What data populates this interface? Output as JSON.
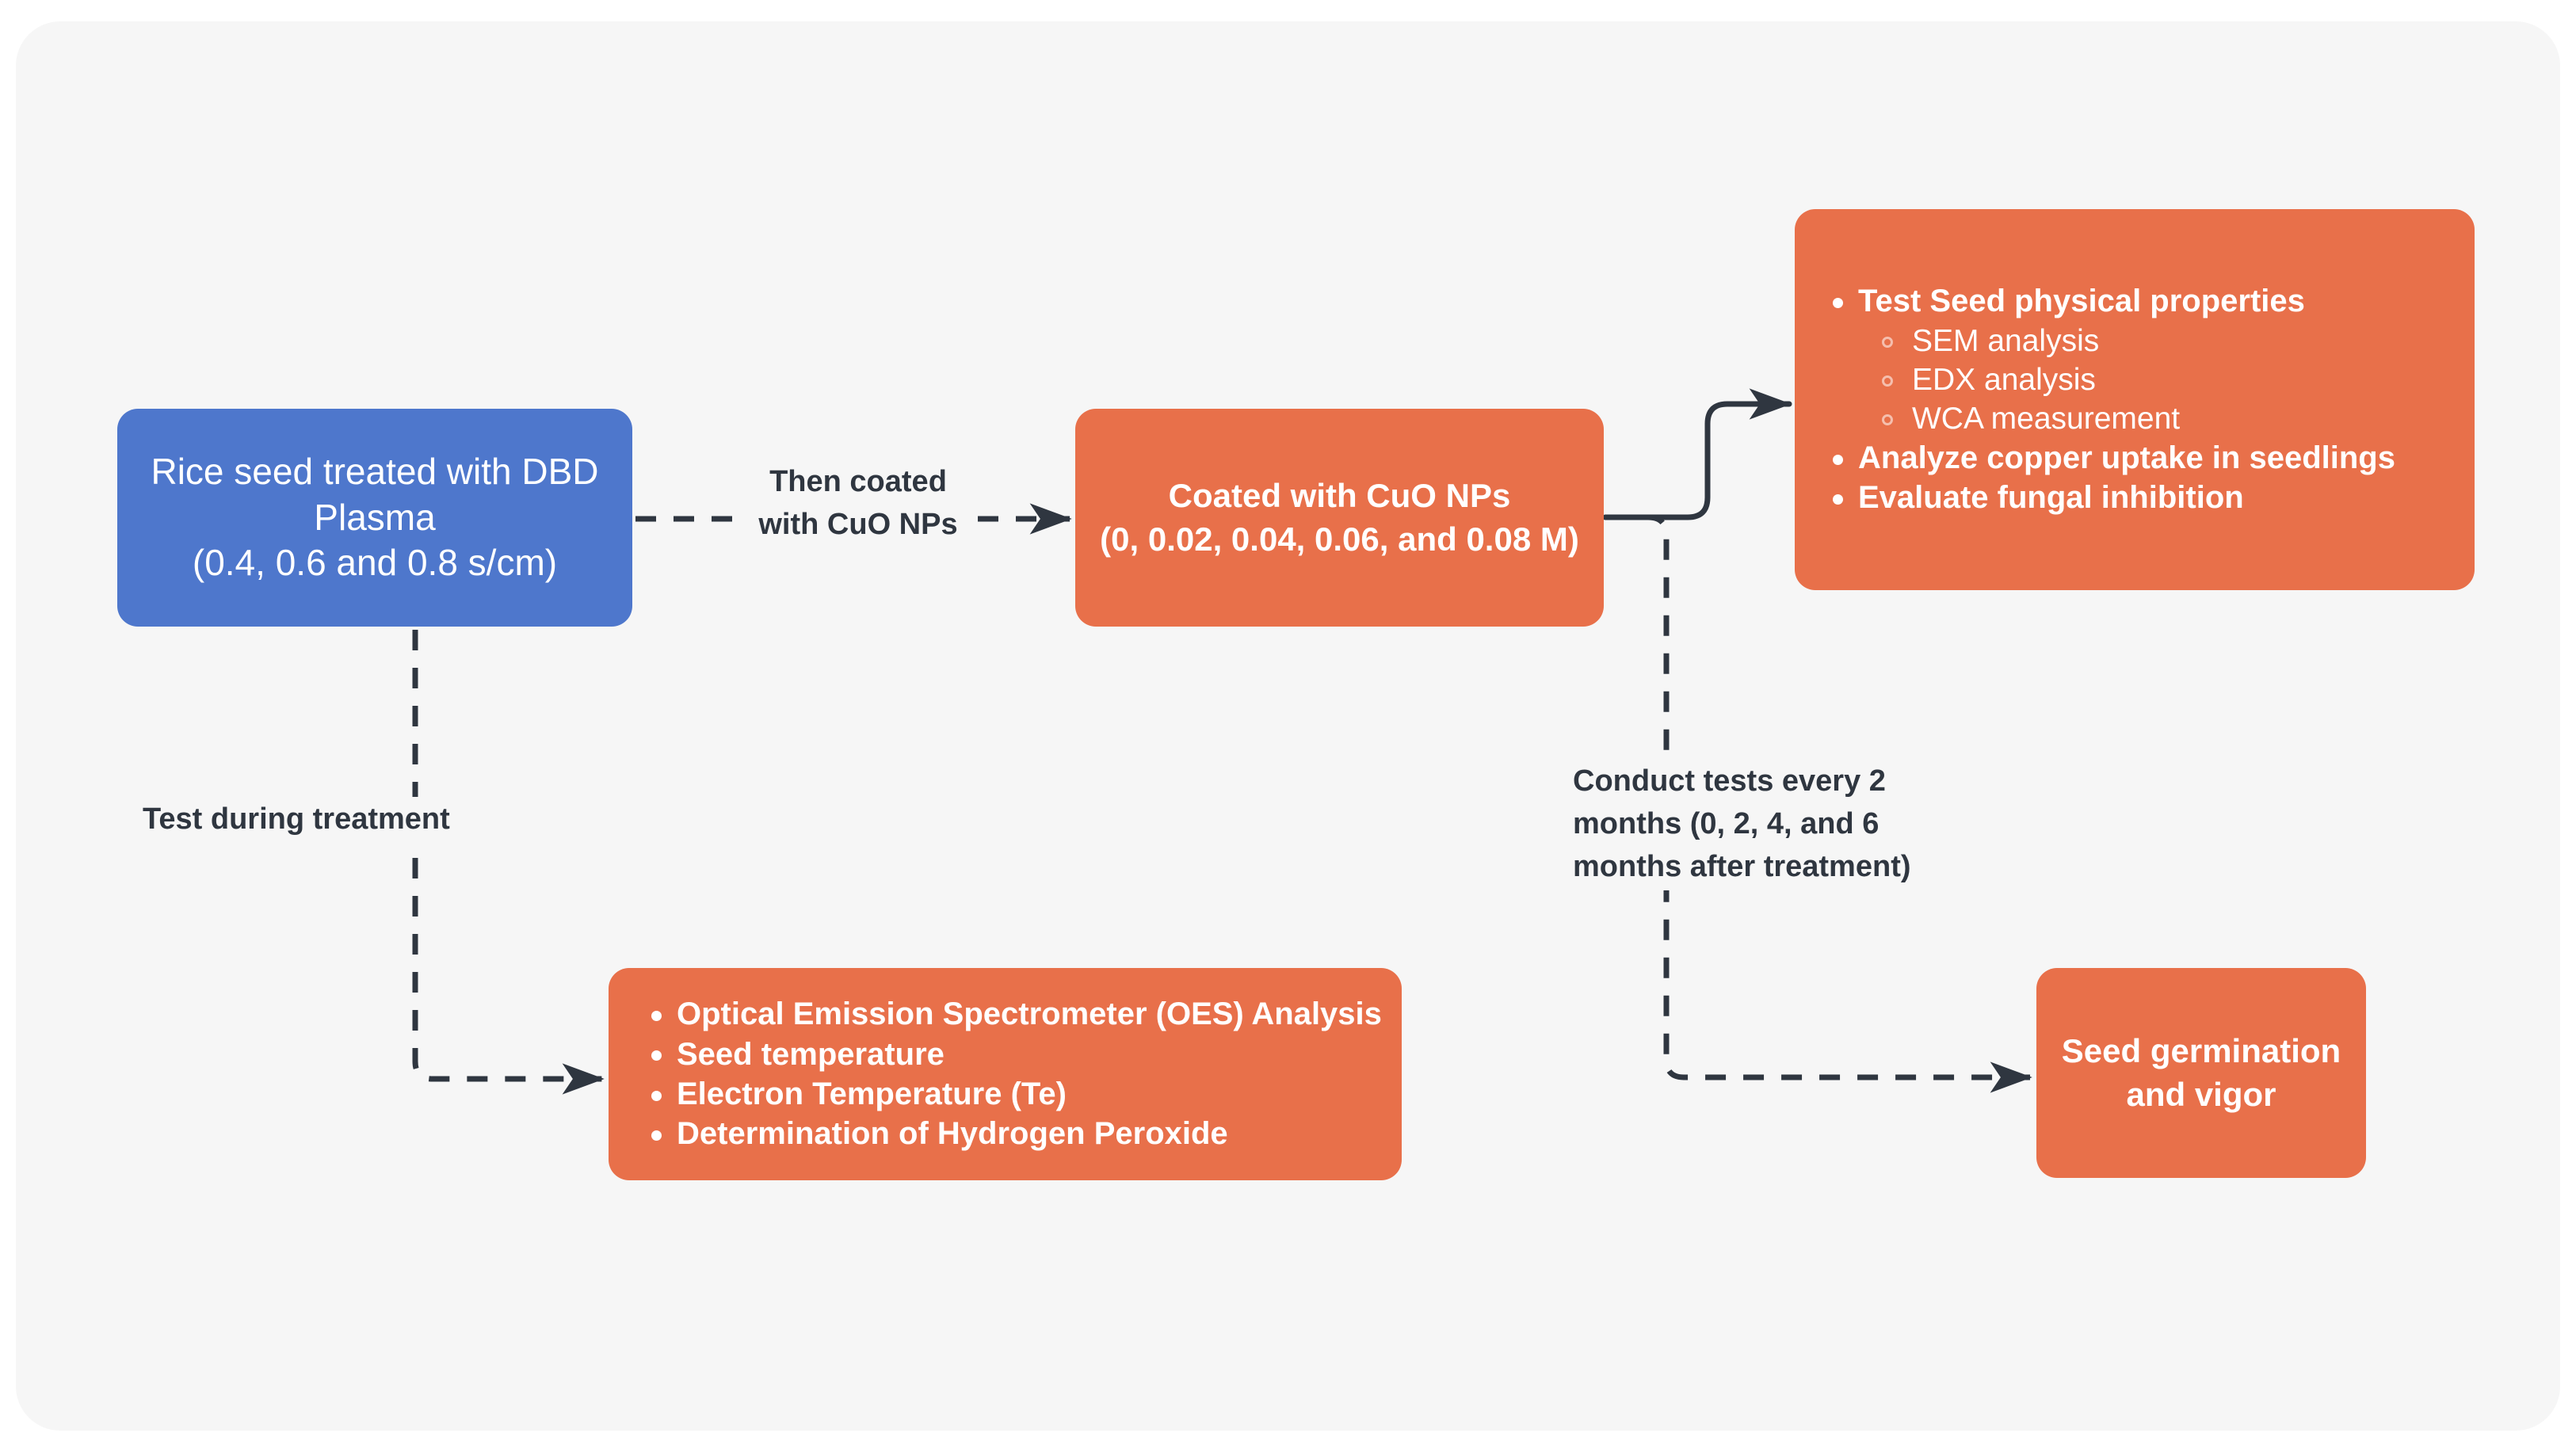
{
  "diagram": {
    "title": "Rice seed DBD plasma and CuO NP coating experimental workflow",
    "colors": {
      "page_background": "#ffffff",
      "panel_background": "#f6f6f6",
      "node_blue": "#4e77cc",
      "node_orange": "#e8704a",
      "edge_line": "#2f3640",
      "label_text": "#2f3640",
      "node_text": "#ffffff"
    }
  },
  "nodes": {
    "start": {
      "line1": "Rice seed treated with DBD",
      "line2": "Plasma",
      "line3": "(0.4, 0.6 and 0.8 s/cm)"
    },
    "coated": {
      "line1": "Coated with CuO NPs",
      "line2": "(0, 0.02, 0.04, 0.06, and 0.08 M)"
    },
    "germination": {
      "line1": "Seed germination",
      "line2": "and vigor"
    },
    "tests": {
      "item1": "Test Seed physical properties",
      "sub1": "SEM analysis",
      "sub2": "EDX analysis",
      "sub3": "WCA measurement",
      "item2": "Analyze copper uptake in seedlings",
      "item3": "Evaluate fungal inhibition"
    },
    "oes": {
      "item1": "Optical Emission Spectrometer (OES) Analysis",
      "item2": "Seed temperature",
      "item3": "Electron Temperature  (Te)",
      "item4": "Determination of Hydrogen Peroxide"
    }
  },
  "edge_labels": {
    "coat": {
      "line1": "Then coated",
      "line2": "with CuO NPs"
    },
    "test_during": "Test during treatment",
    "conduct": {
      "line1": "Conduct tests every 2",
      "line2": "months (0, 2, 4, and 6",
      "line3": "months after treatment)"
    }
  },
  "edges": [
    {
      "name": "start-to-coated",
      "style": "dashed",
      "arrow": true
    },
    {
      "name": "start-to-oes",
      "style": "dashed",
      "arrow": true
    },
    {
      "name": "coated-to-tests",
      "style": "solid",
      "arrow": true
    },
    {
      "name": "coated-to-germination",
      "style": "dashed",
      "arrow": true
    }
  ]
}
